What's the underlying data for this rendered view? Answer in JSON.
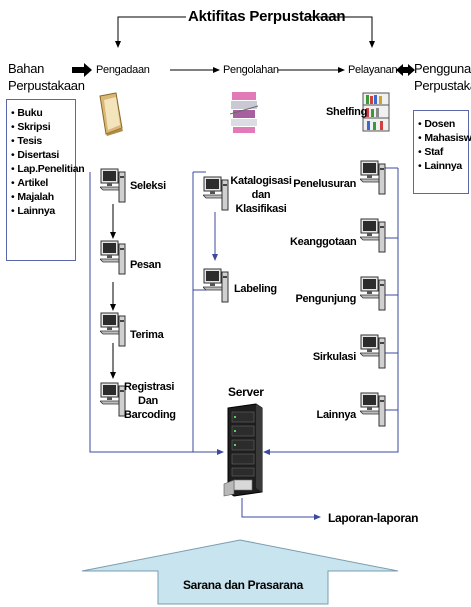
{
  "title": "Aktifitas Perpustakaan",
  "source": {
    "line1": "Bahan",
    "line2": "Perpustakaan"
  },
  "users": {
    "line1": "Pengguna",
    "line2": "Perpustakaan"
  },
  "materials": [
    "Buku",
    "Skripsi",
    "Tesis",
    "Disertasi",
    "Lap.Penelitian",
    "Artikel",
    "Majalah",
    "Lainnya"
  ],
  "user_types": [
    "Dosen",
    "Mahasiswa",
    "Staf",
    "Lainnya"
  ],
  "stages": {
    "pengadaan": "Pengadaan",
    "pengolahan": "Pengolahan",
    "pelayanan": "Pelayanan"
  },
  "shelfing": "Shelfing",
  "pengadaan_steps": {
    "seleksi": "Seleksi",
    "pesan": "Pesan",
    "terima": "Terima",
    "registrasi": "Registrasi\nDan\nBarcoding"
  },
  "pengolahan_steps": {
    "katalog": "Katalogisasi\ndan\nKlasifikasi",
    "labeling": "Labeling"
  },
  "pelayanan_steps": {
    "penelusuran": "Penelusuran",
    "keanggotaan": "Keanggotaan",
    "pengunjung": "Pengunjung",
    "sirkulasi": "Sirkulasi",
    "lainnya": "Lainnya"
  },
  "server": "Server",
  "reports": "Laporan-laporan",
  "infrastructure": "Sarana dan Prasarana",
  "colors": {
    "connector": "#5a67a8",
    "box_border": "#5a67a8",
    "arrow_fill": "#c8e4ee",
    "arrow_stroke": "#7a9db0",
    "black": "#000000"
  }
}
